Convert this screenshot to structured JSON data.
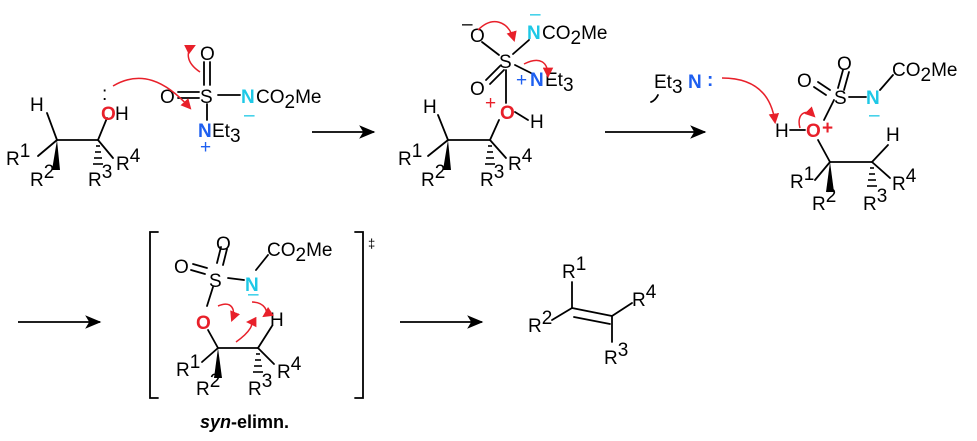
{
  "atoms": {
    "H": "H",
    "O": "O",
    "S": "S",
    "N": "N",
    "R": "R",
    "co2me": "CO",
    "two": "2",
    "me": "Me",
    "et": "Et",
    "three": "3",
    "one": "1",
    "four": "4",
    "plus": "+",
    "minus": "–",
    "lone_pair": ":",
    "et3n_label": "Et",
    "dagger": "‡"
  },
  "caption": {
    "syn": "syn",
    "rest": "-elimn."
  },
  "colors": {
    "oxygen": "#e8202a",
    "sulfonyl_nitrogen": "#1ec8e6",
    "amine_nitrogen": "#1e5ff0",
    "arrow": "#e8202a"
  }
}
